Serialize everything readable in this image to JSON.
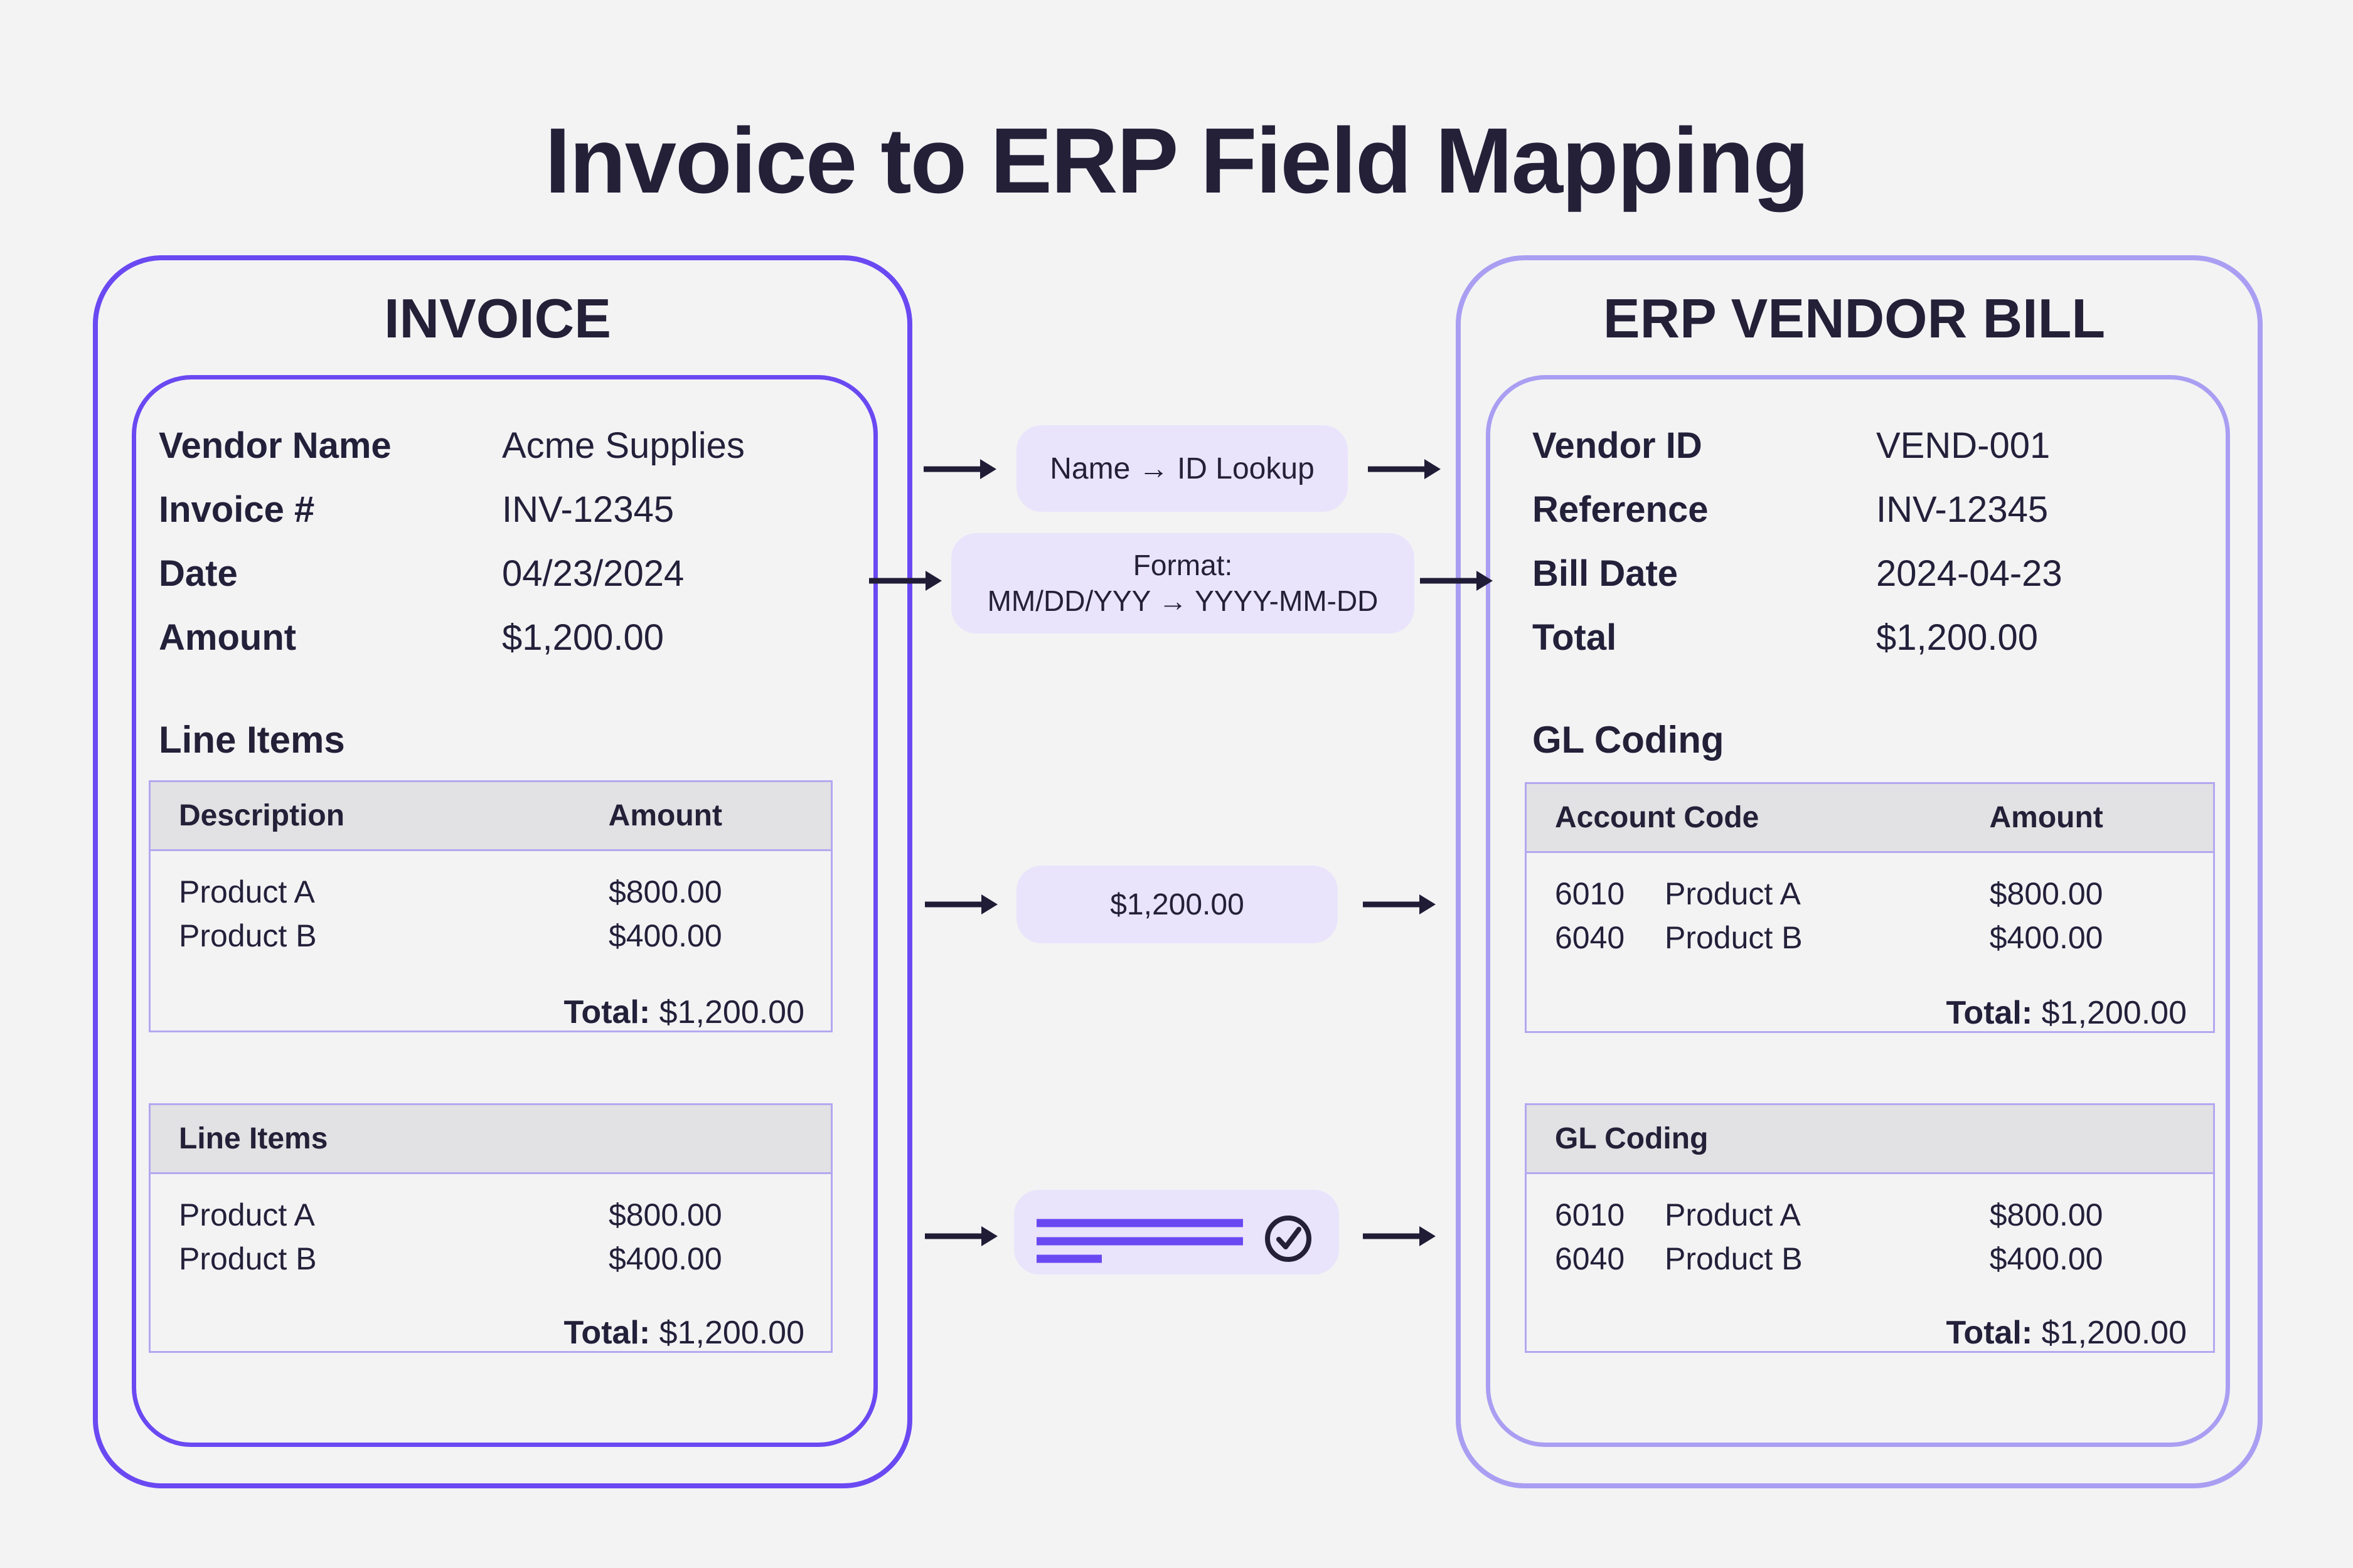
{
  "title": "Invoice to ERP Field Mapping",
  "colors": {
    "background": "#F3F3F4",
    "text_dark": "#232038",
    "invoice_panel_border": "#6A49F2",
    "erp_panel_border": "#A99EF2",
    "badge_background": "#E9E4FB",
    "badge_line_accent": "#6A49F2",
    "table_border": "#B3A8F0",
    "table_header_background": "#E2E1E3",
    "arrow": "#201C36"
  },
  "invoice_panel": {
    "title": "INVOICE",
    "fields": [
      {
        "label": "Vendor Name",
        "value": "Acme Supplies"
      },
      {
        "label": "Invoice #",
        "value": "INV-12345"
      },
      {
        "label": "Date",
        "value": "04/23/2024"
      },
      {
        "label": "Amount",
        "value": "$1,200.00"
      }
    ],
    "section_label": "Line Items",
    "line_items_table": {
      "headers": {
        "description": "Description",
        "amount": "Amount"
      },
      "rows": [
        {
          "description": "Product A",
          "amount": "$800.00"
        },
        {
          "description": "Product B",
          "amount": "$400.00"
        }
      ],
      "total_label": "Total:",
      "total_value": "$1,200.00"
    },
    "line_items_summary_table": {
      "header": "Line Items",
      "rows": [
        {
          "description": "Product A",
          "amount": "$800.00"
        },
        {
          "description": "Product B",
          "amount": "$400.00"
        }
      ],
      "total_label": "Total:",
      "total_value": "$1,200.00"
    }
  },
  "erp_panel": {
    "title": "ERP VENDOR BILL",
    "fields": [
      {
        "label": "Vendor ID",
        "value": "VEND-001"
      },
      {
        "label": "Reference",
        "value": "INV-12345"
      },
      {
        "label": "Bill Date",
        "value": "2024-04-23"
      },
      {
        "label": "Total",
        "value": "$1,200.00"
      }
    ],
    "section_label": "GL Coding",
    "gl_coding_table": {
      "headers": {
        "account_code": "Account Code",
        "amount": "Amount"
      },
      "rows": [
        {
          "code": "6010",
          "description": "Product A",
          "amount": "$800.00"
        },
        {
          "code": "6040",
          "description": "Product B",
          "amount": "$400.00"
        }
      ],
      "total_label": "Total:",
      "total_value": "$1,200.00"
    },
    "gl_coding_summary_table": {
      "header": "GL Coding",
      "rows": [
        {
          "code": "6010",
          "description": "Product A",
          "amount": "$800.00"
        },
        {
          "code": "6040",
          "description": "Product B",
          "amount": "$400.00"
        }
      ],
      "total_label": "Total:",
      "total_value": "$1,200.00"
    }
  },
  "transformations": [
    {
      "name": "name-to-id-lookup",
      "label": "Name → ID Lookup"
    },
    {
      "name": "date-format",
      "label_line1": "Format:",
      "label_line2": "MM/DD/YYY → YYYY-MM-DD"
    },
    {
      "name": "amount-passthrough",
      "label": "$1,200.00"
    },
    {
      "name": "line-items-validation",
      "icon": "document-lines-check-icon"
    }
  ]
}
